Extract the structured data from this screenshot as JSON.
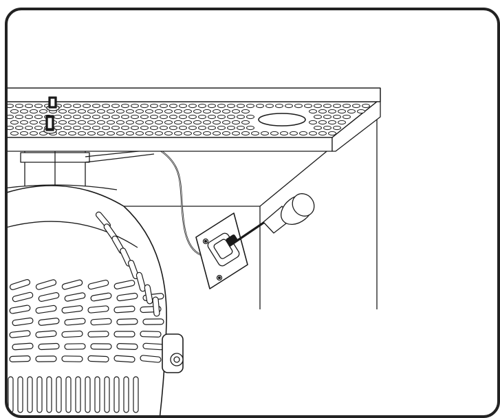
{
  "figure": {
    "kind": "line-art installation illustration",
    "colors": {
      "ink": "#1a1a1a",
      "paper": "#ffffff",
      "frame": "#222222"
    },
    "parts": [
      "perforated-shelf",
      "cabinet-frame",
      "mounting-bolts",
      "bracket-plate",
      "screwdriver",
      "power-cord",
      "heat-lamp-reflector"
    ]
  }
}
